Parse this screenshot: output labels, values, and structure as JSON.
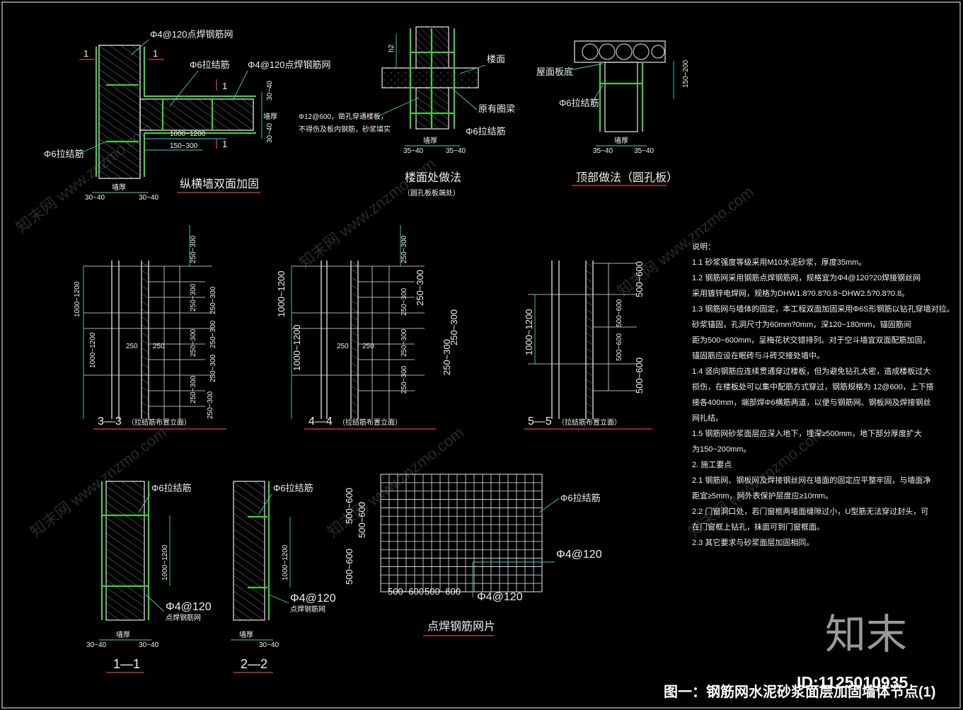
{
  "drawing": {
    "figure_title": "图一：钢筋网水泥砂浆面层加固墙体节点(1)",
    "id_label": "ID:1125010935",
    "logo_text": "知末",
    "watermark": "知末网 www.znzmo.com"
  },
  "detail_tjunction": {
    "title": "纵横墙双面加固",
    "label_mesh_top": "Φ4@120点焊钢筋网",
    "label_mesh_right": "Φ4@120点焊钢筋网",
    "label_tie": "Φ6拉结筋",
    "label_tie_left": "Φ6拉结筋",
    "section_mark": "1",
    "dim_1000_1200": "1000~1200",
    "dim_150_300": "150~300",
    "dim_wall": "墙厚",
    "dim_30_40_left": "30~40",
    "dim_30_40_right": "30~40",
    "dim_side_top": "30~40",
    "dim_side_bottom": "30~40",
    "dim_side_wall": "墙厚"
  },
  "detail_floor": {
    "title": "楼面处做法",
    "subtitle": "（圆孔板板端处）",
    "label_floor": "楼面",
    "label_ring_beam": "原有圈梁",
    "label_tie": "Φ6拉结筋",
    "label_bar": "Φ12@600，凿孔穿通楼板，",
    "label_bar2": "不得伤及板内钢筋，砂浆填实",
    "dim_wall": "墙厚",
    "dim_left": "35~40",
    "dim_right": "35~40",
    "dim_top": "h2"
  },
  "detail_roof": {
    "title": "顶部做法（圆孔板）",
    "label_slab_bottom": "屋面板底",
    "label_tie": "Φ6拉结筋",
    "dim_wall": "墙厚",
    "dim_left": "35~40",
    "dim_right": "35~40",
    "dim_height": "150~200"
  },
  "elev_33": {
    "title": "3—3",
    "subtitle": "（拉结筋布置立面）",
    "dim_top": "250~300",
    "dim_a": "1000~1200",
    "dim_b": "1000~1200",
    "dim_250a": "250",
    "dim_250b": "250",
    "dims_right": [
      "250~300",
      "250~300",
      "250~300",
      "250~300",
      "250~300",
      "250~300",
      "250~300"
    ]
  },
  "elev_44": {
    "title": "4—4",
    "subtitle": "（拉结筋布置立面）",
    "dim_top": "250~300",
    "dim_a": "1000~1200",
    "dim_b": "1000~1200",
    "dim_250a": "250",
    "dim_250b": "250",
    "dims_right": [
      "250~300",
      "250~300",
      "250~300",
      "250~300",
      "250~300",
      "250~300"
    ]
  },
  "elev_55": {
    "title": "5—5",
    "subtitle": "（拉结筋布置立面）",
    "dim_a": "1000~1200",
    "dims_right": [
      "500~600",
      "500~600",
      "500~600",
      "500~600"
    ]
  },
  "sec_11": {
    "title": "1—1",
    "label_tie": "Φ6拉结筋",
    "label_mesh": "Φ4@120",
    "label_mesh2": "点焊钢筋网",
    "dim_v1": "1000~1200",
    "dim_wall": "墙厚",
    "dim_l": "30~40",
    "dim_r": "30~40"
  },
  "sec_22": {
    "title": "2—2",
    "label_tie": "Φ6拉结筋",
    "label_mesh": "Φ4@120",
    "label_mesh2": "点焊钢筋网",
    "dim_v1": "1000~1200",
    "dim_wall": "墙厚",
    "dim_r": "30~40"
  },
  "mesh": {
    "title": "点焊钢筋网片",
    "label_tie": "Φ6拉结筋",
    "label_bar_h": "Φ4@120",
    "label_bar_v": "Φ4@120",
    "dim_v1": "500~600",
    "dim_v2": "500~600",
    "dim_v3": "500~600",
    "dim_h1": "500~600",
    "dim_h2": "500~600"
  },
  "notes": {
    "heading": "说明：",
    "lines": [
      "1.1    砂浆强度等级采用M10水泥砂浆，厚度35mm。",
      "1.2    钢筋网采用钢筋点焊钢筋网，规格宜为Φ4@120?20焊接钢丝网",
      "采用镀锌电焊网，规格为DHW1.8?0.8?0.8~DHW2.5?0.8?0.8。",
      "1.3    钢筋网与墙体的固定，本工程双面加固采用Φ6S形钢筋以钻孔穿墙对拉。",
      "砂浆锚固，孔洞尺寸为60mm?0mm，深120~180mm，锚固筋间",
      "距为500~600mm，呈梅花状交错排列。对于空斗墙宜双面配筋加固，",
      "锚固筋应设在眠砖与斗砖交接处墙中。",
      "1.4    竖向钢筋应连续贯通穿过楼板，但为避免钻孔太密，造成楼板过大",
      "损伤，在楼板处可以集中配筋方式穿过，钢筋规格为 12@600，上下搭",
      "接各400mm，端部焊Φ6横筋两道，以便与钢筋网、钢板网及焊接钢丝",
      "网扎结。",
      "1.5    钢筋网砂浆面层应深入地下，埋深≥500mm，地下部分厚度扩大",
      "为150~200mm。",
      "2.    施工要点",
      "2.1    钢筋网、钢板网及焊接钢丝网在墙面的固定应平整牢固，与墙面净",
      "距宜≥5mm，网外表保护层度应≥10mm。",
      "2.2    门窗洞口处，若门窗框两墙面缝隙过小，U型筋无法穿过封头，可",
      "在门窗框上钻孔，抹面可到门窗框面。",
      "2.3    其它要求与砂浆面层加固相同。"
    ]
  }
}
